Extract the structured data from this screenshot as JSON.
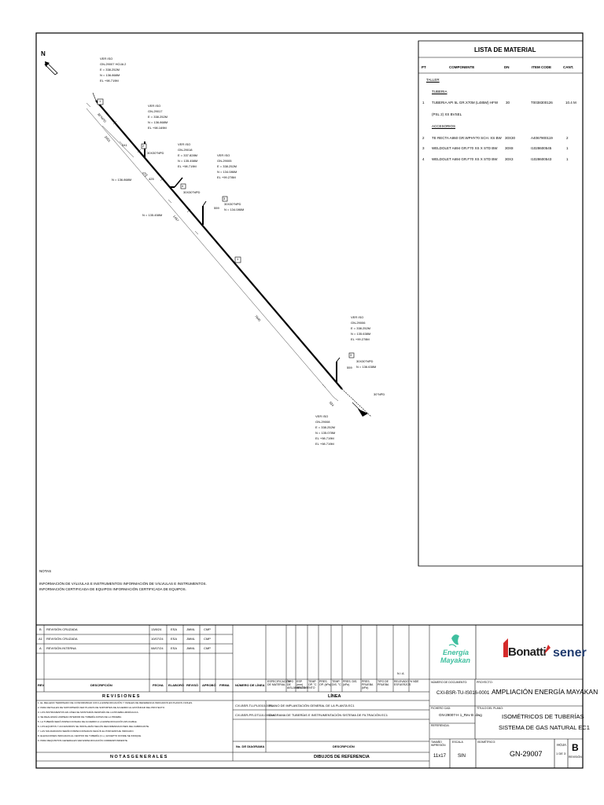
{
  "north": "N",
  "iso_labels": {
    "top": {
      "lines": [
        "VER ISO",
        "GN-29007 HOJA 2",
        "E = 338.252M",
        "N = 136.868M",
        "EL +98.719M"
      ]
    },
    "a": {
      "lines": [
        "VER ISO",
        "GN-29017",
        "E = 338.252M",
        "N = 136.868M",
        "EL +98.169M"
      ]
    },
    "b": {
      "lines": [
        "VER ISO",
        "GN-29018",
        "E = 337.828M",
        "N = 135.458M",
        "EL +98.719M"
      ]
    },
    "c": {
      "lines": [
        "VER ISO",
        "GN-29005",
        "E = 338.252M",
        "N = 134.086M",
        "EL +99.278M"
      ]
    },
    "d": {
      "lines": [
        "VER ISO",
        "GN-29006",
        "E = 338.252M",
        "N = 135.638M",
        "EL +99.278M"
      ]
    },
    "e": {
      "lines": [
        "VER ISO",
        "GN-29008",
        "E = 338.252M",
        "N = 135.078M",
        "EL +98.719M"
      ]
    }
  },
  "drawing_annotations": {
    "tag1a": "1",
    "tag1b": "1",
    "tag2": "2",
    "tag3": "3",
    "tag4": "4",
    "npd_a": "30X30\"NPD",
    "npd_b": "30X30\"NPD",
    "npd_c": "30X30\"NPD",
    "npd_d": "30X30\"NPD",
    "npd_e": "30\"NPD",
    "coord_c": "N = 134.086M",
    "coord_d": "N = 136.638M",
    "coord_left": "N = 136.868M",
    "coord_b": "N = 135.458M",
    "dim_1": "30\"NPD",
    "dim_2": "2001",
    "dim_3": "441",
    "dim_4": "473",
    "dim_5": "425",
    "dim_6": "1457",
    "dim_7": "7940",
    "dim_8": "559",
    "dim_9": "559",
    "dim_10": "534"
  },
  "material": {
    "title": "LISTA DE MATERIAL",
    "headers": {
      "pt": "PT",
      "componente": "COMPONENTE",
      "dn": "DN",
      "item_code": "ITEM CODE",
      "cant": "CANT."
    },
    "sections": {
      "taller": "TALLER",
      "tuberia": "TUBERIA",
      "accesorios": "ACCESORIOS"
    },
    "rows": [
      {
        "pt": "1",
        "componente": "TUBERIA API 5L GR.X70M (L485M) HFW",
        "dn": "30",
        "item_code": "T0038300126",
        "cant": "10.4 M"
      },
      {
        "pt": "",
        "componente": "(PSL 2) XS BVSEL",
        "dn": "",
        "item_code": "",
        "cant": ""
      },
      {
        "pt": "2",
        "componente": "TE RECTA A860 GR.WPHY70 SCH. XS BW",
        "dn": "30X30",
        "item_code": "A4067900119",
        "cant": "2"
      },
      {
        "pt": "3",
        "componente": "WELDOLET A694 GR.F70 XS X STD BW",
        "dn": "30X8",
        "item_code": "I1028600545",
        "cant": "1"
      },
      {
        "pt": "4",
        "componente": "WELDOLET A694 GR.F70 XS X STD BW",
        "dn": "30X3",
        "item_code": "I1028600543",
        "cant": "1"
      }
    ]
  },
  "notas": {
    "title": "NOTAS",
    "line1": "INFORMACIÓN DE VÁLVULAS E INSTRUMENTOS INFORMACIÓN DE VÁLVULAS E INSTRUMENTOS.",
    "line2": "INFORMACIÓN CERTIFICADA DE EQUIPOS INFORMACIÓN CERTIFICADA DE EQUIPOS."
  },
  "revisions": {
    "rows": [
      {
        "rev": "B",
        "desc": "REVISIÓN CRUZADA",
        "fecha": "13/8/24",
        "elaboro": "ESA",
        "reviso": "JMML",
        "aprobo": "CMP"
      },
      {
        "rev": "A1",
        "desc": "REVISIÓN CRUZADA",
        "fecha": "10/07/24",
        "elaboro": "ESA",
        "reviso": "JMML",
        "aprobo": "CMP"
      },
      {
        "rev": "A",
        "desc": "REVISIÓN INTERNA",
        "fecha": "08/07/24",
        "elaboro": "ESA",
        "reviso": "JMML",
        "aprobo": "CMP"
      }
    ],
    "headers": {
      "rev": "REV",
      "desc": "DESCRIPCIÓN",
      "fecha": "FECHA",
      "elaboro": "ELABORÓ",
      "reviso": "REVISÓ",
      "aprobo": "APROBÓ",
      "firma": "FIRMA"
    },
    "title": "R E V I S I O N E S"
  },
  "linea": {
    "headers": [
      "NÚMERO DE LÍNEA",
      "ESPECIFICACIÓN DE MATERIAL",
      "TIPO DE AISLAMIENTO",
      "ESP. (mm) AISLAMIENTO",
      "TEMP. OP. °C",
      "PRES. OP. (kPa)",
      "TEMP. DIS. °C",
      "PRES. DIS. (kPa)",
      "PRES. PRUEBA (kPa)",
      "TIPO DE PRUEBA",
      "RELEVADO ESFUERZOS",
      "% NDE"
    ],
    "na": "N / A",
    "title": "LÍNEA"
  },
  "notas_generales": {
    "title": "N O T A S   G E N E R A L E S",
    "lines": [
      "1. EL RELLENO TERMINADO DE CONFORMIDAD CON LA ESPECIFICACIÓN Y NIVELES DE REFERENCIA INDICADOS EN PLANOS CIVILES.",
      "2. PARA DETALLES DE SOPORTERÍA VER PLANOS DE SOPORTES DE ACUERDO AL ESTÁNDAR DEL PROYECTO.",
      "3. LOS INSTRUMENTOS EN LÍNEA SE MONTARÁN DESPUÉS DE LA PRUEBA HIDRÁULICA.",
      "4. SE REALIZARÁ LIMPIEZA INTERIOR DE TUBERÍA ANTES DE LA PRUEBA.",
      "5. LA TUBERÍA SERÁ INSPECCIONADA DE ACUERDO A LA ESPECIFICACIÓN APLICABLE.",
      "6. LOS EQUIPOS Y ACCESORIOS SE INSTALARÁN SEGÚN RECOMENDACIONES DEL FABRICANTE.",
      "7. LAS SOLDADURAS SERÁN INSPECCIONADAS SEGÚN EL PORCENTAJE INDICADO.",
      "8. ELEVACIONES INDICADAS AL CENTRO DE TUBERÍA (C.L.) EXCEPTO DONDE SE INDIQUE.",
      "9. PARA REQUISITOS GENERALES VER ESPECIFICACIÓN CORRESPONDIENTE."
    ]
  },
  "dibujos": {
    "rows": [
      {
        "num": "CXI-BSR-TU-PL0010-0001",
        "desc": "PLANO DE IMPLANTACIÓN GENERAL DE LA PLANTA EC1"
      },
      {
        "num": "CXI-BSR-PR-DT110-0002-H",
        "desc": "DIAGRAMA DE TUBERÍAS E INSTRUMENTACIÓN SISTEMA DE FILTRACIÓN EC1"
      }
    ],
    "h_num": "No. DE DIAGRAMA",
    "h_desc": "DESCRIPCIÓN",
    "title": "DIBUJOS DE REFERENCIA"
  },
  "title_block": {
    "logo_energia_1": "Energía",
    "logo_energia_2": "Mayakan",
    "logo_bonatti": "Bonatti",
    "logo_sener": "sener",
    "lbl_num_doc": "NÚMERO DE DOCUMENTO:",
    "num_doc": "CXI-BSR-TU-IS016-0001",
    "lbl_proyecto": "PROYECTO:",
    "proyecto": "AMPLIACIÓN ENERGÍA MAYAKAN",
    "lbl_fichero": "FICHERO CAD:",
    "fichero": "GN-29007-H  1_Rev  B .dwg",
    "lbl_referencia": "REFERENCIA:",
    "lbl_titulo": "TÍTULO DEL PLANO:",
    "titulo1": "ISOMÉTRICOS DE TUBERÍAS",
    "titulo2": "SISTEMA DE GAS NATURAL EC1",
    "lbl_tamano": "TAMAÑO IMPRESIÓN",
    "tamano": "11x17",
    "lbl_escala": "ESCALA",
    "escala": "SIN",
    "lbl_isometrico": "ISOMÉTRICO:",
    "isometrico": "GN-29007",
    "lbl_hoja": "HOJA",
    "hoja": "1 DE 3",
    "revision": "B",
    "lbl_revision": "REVISIÓN"
  },
  "colors": {
    "line": "#000000",
    "accent_green": "#3fbf9f",
    "bonatti_red": "#d42a2a",
    "sener_blue": "#1f3a6e"
  }
}
